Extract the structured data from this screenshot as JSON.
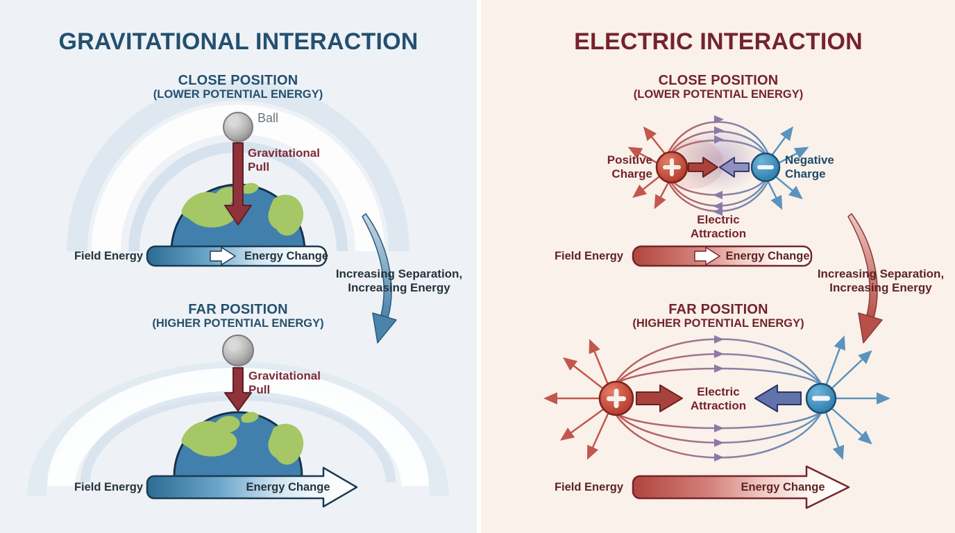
{
  "colors": {
    "left_bg": "#eef2f7",
    "right_bg": "#f9f1ea",
    "left_accent": "#24506e",
    "right_accent": "#74232c",
    "text_dark": "#25323c",
    "text_maroon": "#5e2424",
    "gray_label": "#6d757b",
    "pull_text": "#7d2b35",
    "negative_text": "#1d4b6b",
    "pull_arrow_red": "#8f323c",
    "energy_bar_blue": "#2c6b94",
    "energy_bar_red": "#b0453c",
    "charge_red": "#b23a2c",
    "charge_blue": "#2e7cab",
    "field_line_red": "#c2574d",
    "field_line_blue": "#5b93bd",
    "curve_arrow_blue": "#4a84ac",
    "curve_arrow_red": "#b85048"
  },
  "left": {
    "title": "GRAVITATIONAL INTERACTION",
    "close": {
      "heading": "CLOSE POSITION",
      "subheading": "(LOWER POTENTIAL ENERGY)",
      "ball_label": "Ball",
      "pull_line1": "Gravitational",
      "pull_line2": "Pull",
      "field_energy_label": "Field Energy",
      "energy_change_label": "Energy Change"
    },
    "separation": {
      "line1": "Increasing Separation,",
      "line2": "Increasing Energy"
    },
    "far": {
      "heading": "FAR POSITION",
      "subheading": "(HIGHER POTENTIAL ENERGY)",
      "pull_line1": "Gravitational",
      "pull_line2": "Pull",
      "field_energy_label": "Field Energy",
      "energy_change_label": "Energy Change"
    }
  },
  "right": {
    "title": "ELECTRIC INTERACTION",
    "close": {
      "heading": "CLOSE POSITION",
      "subheading": "(LOWER POTENTIAL ENERGY)",
      "positive_line1": "Positive",
      "positive_line2": "Charge",
      "negative_line1": "Negative",
      "negative_line2": "Charge",
      "attraction_line1": "Electric",
      "attraction_line2": "Attraction",
      "field_energy_label": "Field Energy",
      "energy_change_label": "Energy Change"
    },
    "separation": {
      "line1": "Increasing Separation,",
      "line2": "Increasing Energy"
    },
    "far": {
      "heading": "FAR POSITION",
      "subheading": "(HIGHER POTENTIAL ENERGY)",
      "attraction_line1": "Electric",
      "attraction_line2": "Attraction",
      "field_energy_label": "Field Energy",
      "energy_change_label": "Energy Change"
    }
  }
}
